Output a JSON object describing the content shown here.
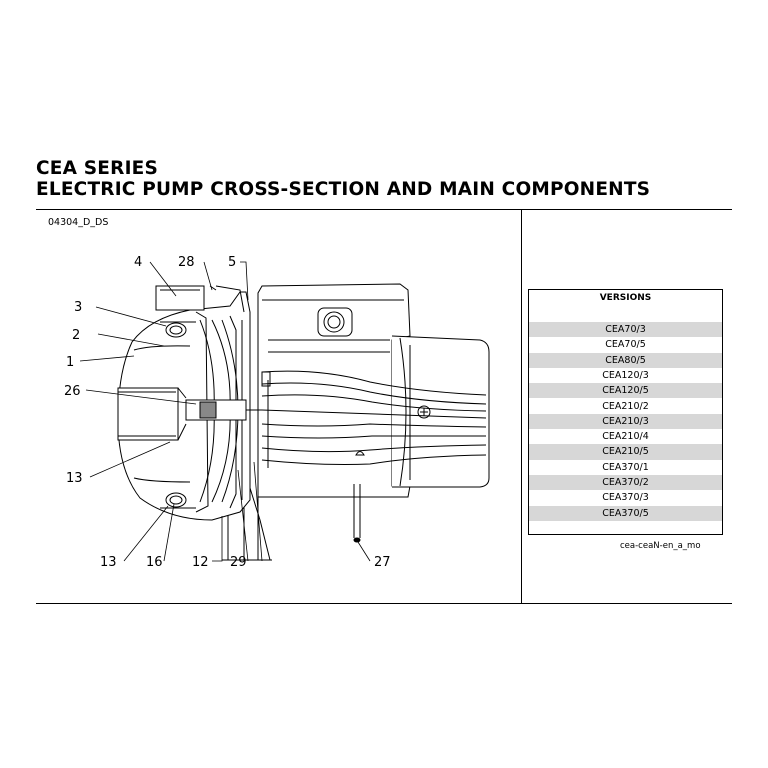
{
  "title_line1": "CEA SERIES",
  "title_line2": "ELECTRIC PUMP CROSS-SECTION AND MAIN COMPONENTS",
  "drawing_code": "04304_D_DS",
  "versions": {
    "heading": "VERSIONS",
    "items": [
      "CEA70/3",
      "CEA70/5",
      "CEA80/5",
      "CEA120/3",
      "CEA120/5",
      "CEA210/2",
      "CEA210/3",
      "CEA210/4",
      "CEA210/5",
      "CEA370/1",
      "CEA370/2",
      "CEA370/3",
      "CEA370/5"
    ]
  },
  "reference": "cea-ceaN-en_a_mo",
  "callouts": [
    "4",
    "28",
    "5",
    "3",
    "2",
    "1",
    "26",
    "13",
    "13",
    "16",
    "12",
    "29",
    "27"
  ]
}
